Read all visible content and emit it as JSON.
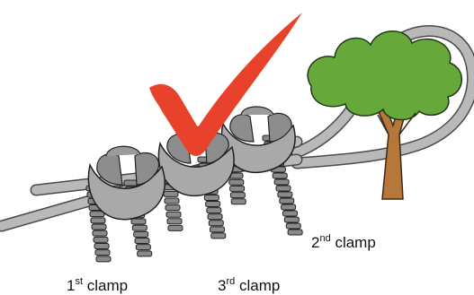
{
  "labels": {
    "clamp1": {
      "ordinal": "1",
      "suffix": "st",
      "word": " clamp"
    },
    "clamp2": {
      "ordinal": "2",
      "suffix": "nd",
      "word": " clamp"
    },
    "clamp3": {
      "ordinal": "3",
      "suffix": "rd",
      "word": " clamp"
    }
  },
  "colors": {
    "checkmark": "#e8412c",
    "cable_fill": "#b9b9b9",
    "cable_stroke": "#4a4a4a",
    "clamp_fill": "#a9a9a9",
    "clamp_dark": "#6f6f6f",
    "bolt": "#8a8a8a",
    "tree_foliage": "#67a83a",
    "tree_trunk": "#b8773a"
  },
  "icons": [
    "checkmark-icon",
    "tree-icon",
    "wire-rope-clamp-icon"
  ]
}
